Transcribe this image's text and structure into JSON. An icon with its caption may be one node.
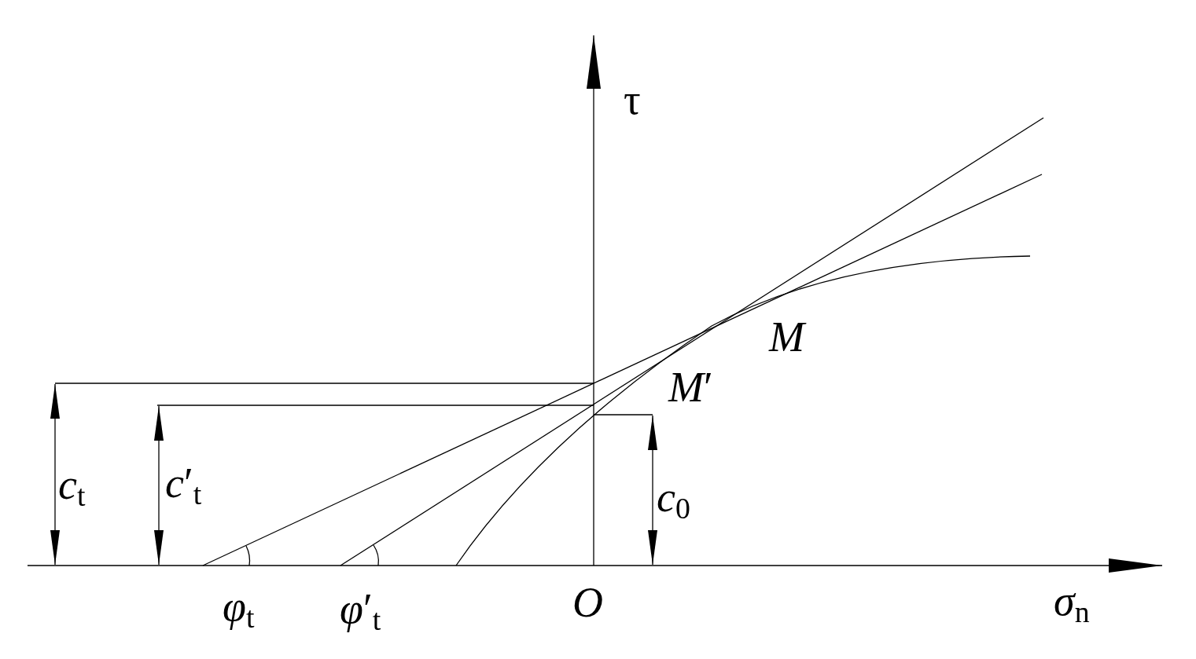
{
  "diagram": {
    "labels": [
      "τ",
      "*M*",
      "*M*′",
      "*c*$_{t}$",
      "*c*′$_{t}$",
      "*c*$_{0}$",
      "*φ*$_{t}$",
      "*φ*′$_{t}$",
      "*O*",
      "*σ*$_{n}$"
    ]
  }
}
